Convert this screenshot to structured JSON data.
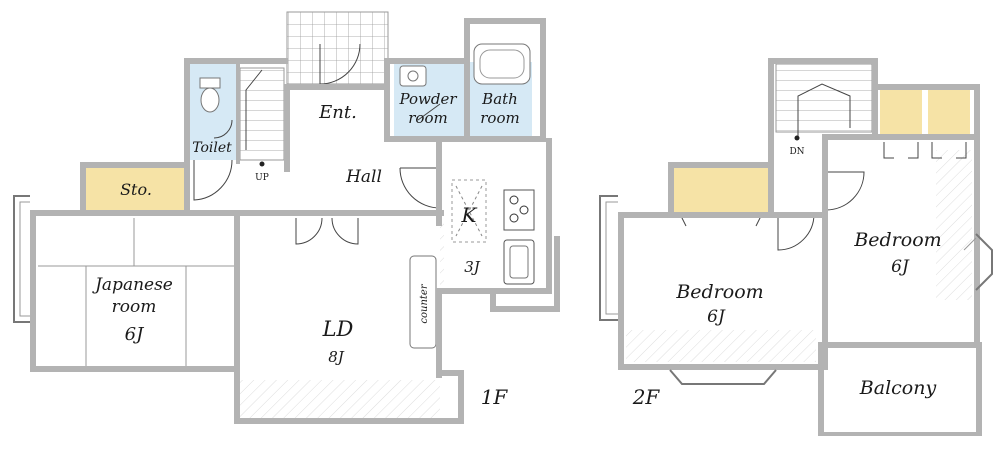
{
  "floors": {
    "first": {
      "label": "1F",
      "rooms": {
        "ent": "Ent.",
        "powder_1": "Powder",
        "powder_2": "room",
        "bath_1": "Bath",
        "bath_2": "room",
        "toilet": "Toilet",
        "hall": "Hall",
        "storage": "Sto.",
        "kitchen": "K",
        "kitchen_size": "3J",
        "japanese_1": "Japanese",
        "japanese_2": "room",
        "japanese_size": "6J",
        "living": "LD",
        "living_size": "8J",
        "counter": "counter",
        "stairs_up": "UP"
      }
    },
    "second": {
      "label": "2F",
      "rooms": {
        "bedroom_left": "Bedroom",
        "bedroom_left_size": "6J",
        "bedroom_right": "Bedroom",
        "bedroom_right_size": "6J",
        "balcony": "Balcony",
        "stairs_down": "DN"
      }
    }
  },
  "colors": {
    "wall": "#b3b3b3",
    "wet_area": "#d6e9f5",
    "storage": "#f6e3a6",
    "tile": "#ffffff"
  }
}
